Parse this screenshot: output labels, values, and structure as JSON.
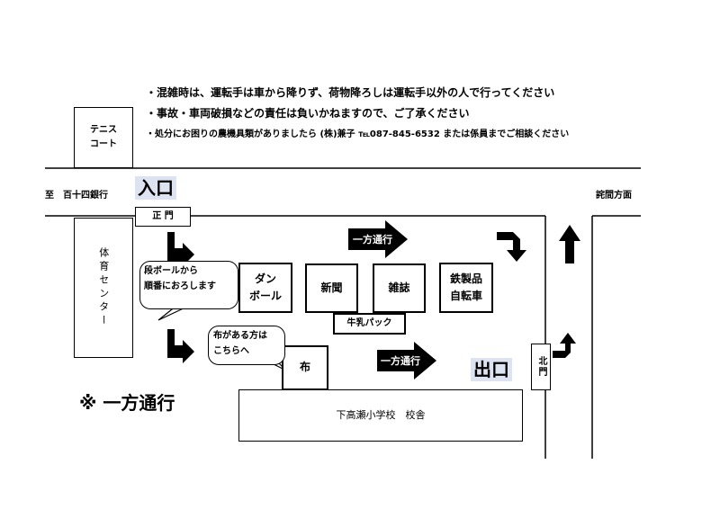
{
  "notices": [
    "・混雑時は、運転手は車から降りず、荷物降ろしは運転手以外の人で行ってください",
    "・事故・車両破損などの責任は負いかねますので、ご了承ください",
    "・処分にお困りの農機具類がありましたら (株)兼子 ℡087-845-6532 または係員までご相談ください"
  ],
  "tennis_court": [
    "テニス",
    "コート"
  ],
  "road_left_label": "至　百十四銀行",
  "road_right_label": "詫間方面",
  "entrance_label": "入口",
  "exit_label": "出口",
  "main_gate": "正 門",
  "north_gate": "北門",
  "gym": "体育センター",
  "one_way": "一方通行",
  "one_way_note": "※ 一方通行",
  "school": "下高瀬小学校　校舎",
  "milk_pack": "牛乳パック",
  "stations": {
    "cardboard": [
      "ダン",
      "ボール"
    ],
    "newspaper": "新聞",
    "magazine": "雑誌",
    "metal": [
      "鉄製品",
      "自転車"
    ],
    "cloth": "布"
  },
  "bubbles": {
    "cardboard": [
      "段ボールから",
      "順番におろします"
    ],
    "cloth": [
      "布がある方は",
      "こちらへ"
    ]
  },
  "colors": {
    "highlight": "#dde3f0",
    "line": "#000000"
  }
}
